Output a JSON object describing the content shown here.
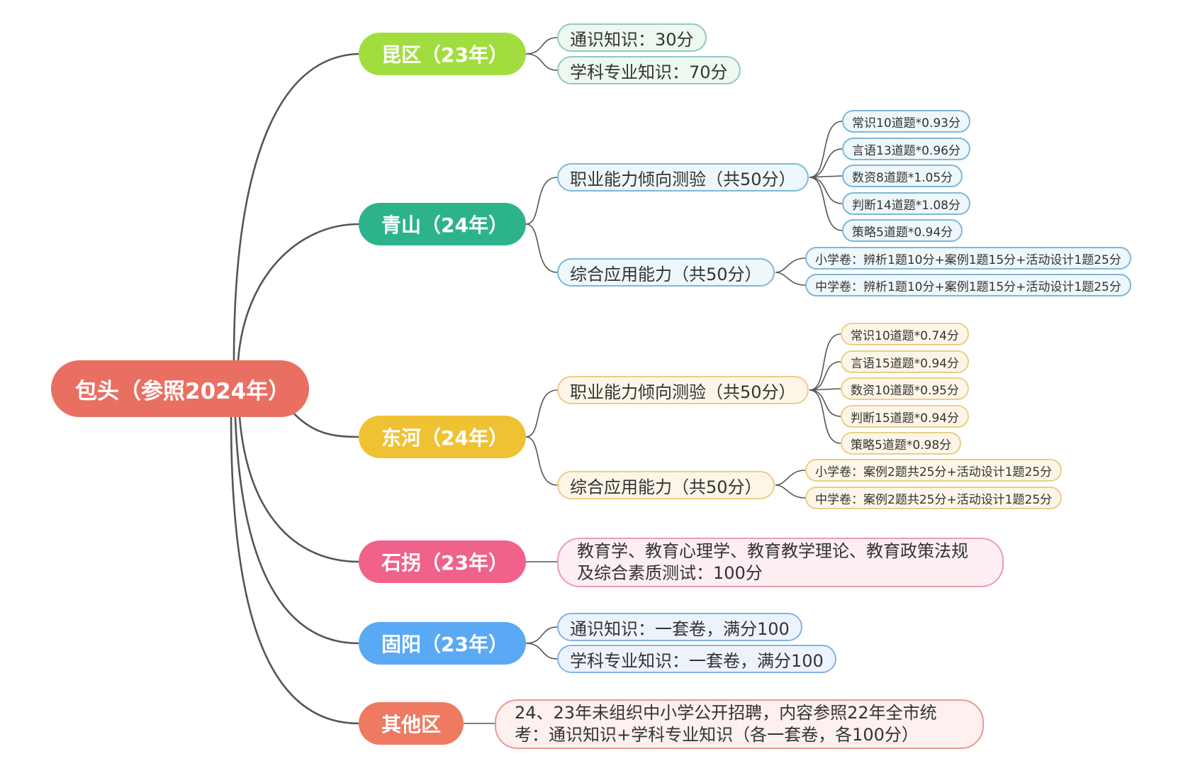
{
  "root": {
    "label": "包头（参照2024年）",
    "color": "#ea6f63"
  },
  "branches": [
    {
      "label": "昆区（23年）",
      "color": "#a2dd3f",
      "items": [
        {
          "text": "通识知识：30分"
        },
        {
          "text": "学科专业知识：70分"
        }
      ]
    },
    {
      "label": "青山（24年）",
      "color": "#2db38c",
      "items": [
        {
          "text": "职业能力倾向测验（共50分）",
          "sub": [
            "常识10道题*0.93分",
            "言语13道题*0.96分",
            "数资8道题*1.05分",
            "判断14道题*1.08分",
            "策略5道题*0.94分"
          ]
        },
        {
          "text": "综合应用能力（共50分）",
          "sub": [
            "小学卷：辨析1题10分+案例1题15分+活动设计1题25分",
            "中学卷：辨析1题10分+案例1题15分+活动设计1题25分"
          ]
        }
      ]
    },
    {
      "label": "东河（24年）",
      "color": "#efc234",
      "items": [
        {
          "text": "职业能力倾向测验（共50分）",
          "sub": [
            "常识10道题*0.74分",
            "言语15道题*0.94分",
            "数资10道题*0.95分",
            "判断15道题*0.94分",
            "策略5道题*0.98分"
          ]
        },
        {
          "text": "综合应用能力（共50分）",
          "sub": [
            "小学卷：案例2题共25分+活动设计1题25分",
            "中学卷：案例2题共25分+活动设计1题25分"
          ]
        }
      ]
    },
    {
      "label": "石拐（23年）",
      "color": "#f0628a",
      "items": [
        {
          "line1": "教育学、教育心理学、教育教学理论、教育政策法规",
          "line2": "及综合素质测试：100分"
        }
      ]
    },
    {
      "label": "固阳（23年）",
      "color": "#5aa9f4",
      "items": [
        {
          "text": "通识知识：一套卷，满分100"
        },
        {
          "text": "学科专业知识：一套卷，满分100"
        }
      ]
    },
    {
      "label": "其他区",
      "color": "#ee7a62",
      "items": [
        {
          "line1": "24、23年未组织中小学公开招聘，内容参照22年全市统",
          "line2": "考：通识知识+学科专业知识（各一套卷，各100分）"
        }
      ]
    }
  ]
}
